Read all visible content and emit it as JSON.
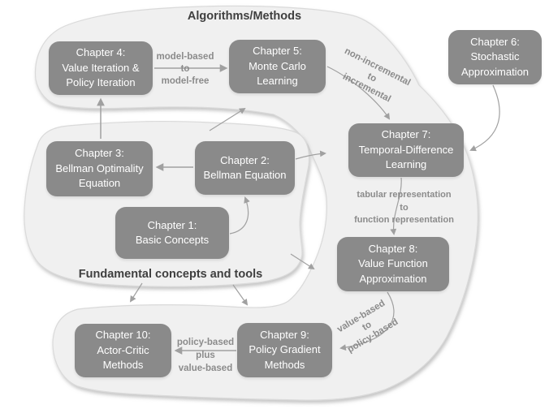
{
  "titles": {
    "algorithms": "Algorithms/Methods",
    "fundamental": "Fundamental concepts and tools"
  },
  "nodes": {
    "ch1": {
      "text": "Chapter 1:\nBasic Concepts"
    },
    "ch2": {
      "text": "Chapter 2:\nBellman Equation"
    },
    "ch3": {
      "text": "Chapter 3:\nBellman Optimality\nEquation"
    },
    "ch4": {
      "text": "Chapter 4:\nValue Iteration &\nPolicy Iteration"
    },
    "ch5": {
      "text": "Chapter 5:\nMonte Carlo\nLearning"
    },
    "ch6": {
      "text": "Chapter 6:\nStochastic\nApproximation"
    },
    "ch7": {
      "text": "Chapter 7:\nTemporal-Difference\nLearning"
    },
    "ch8": {
      "text": "Chapter 8:\nValue Function\nApproximation"
    },
    "ch9": {
      "text": "Chapter 9:\nPolicy Gradient\nMethods"
    },
    "ch10": {
      "text": "Chapter 10:\nActor-Critic\nMethods"
    }
  },
  "edge_labels": {
    "model_free": "model-based\nto\nmodel-free",
    "incremental": "non-incremental\nto\nincremental",
    "function_rep": "tabular representation\nto\nfunction representation",
    "policy_based": "value-based\nto\npolicy-based",
    "actor_critic": "policy-based\nplus\nvalue-based"
  },
  "colors": {
    "background": "#ffffff",
    "region_fill": "#f0f0f0",
    "region_edge": "#dadada",
    "node_fill": "#8a8a8a",
    "node_text": "#ffffff",
    "edge_label_text": "#8b8b8b",
    "title_text": "#3f3f3f",
    "arrow": "#a0a0a0"
  }
}
